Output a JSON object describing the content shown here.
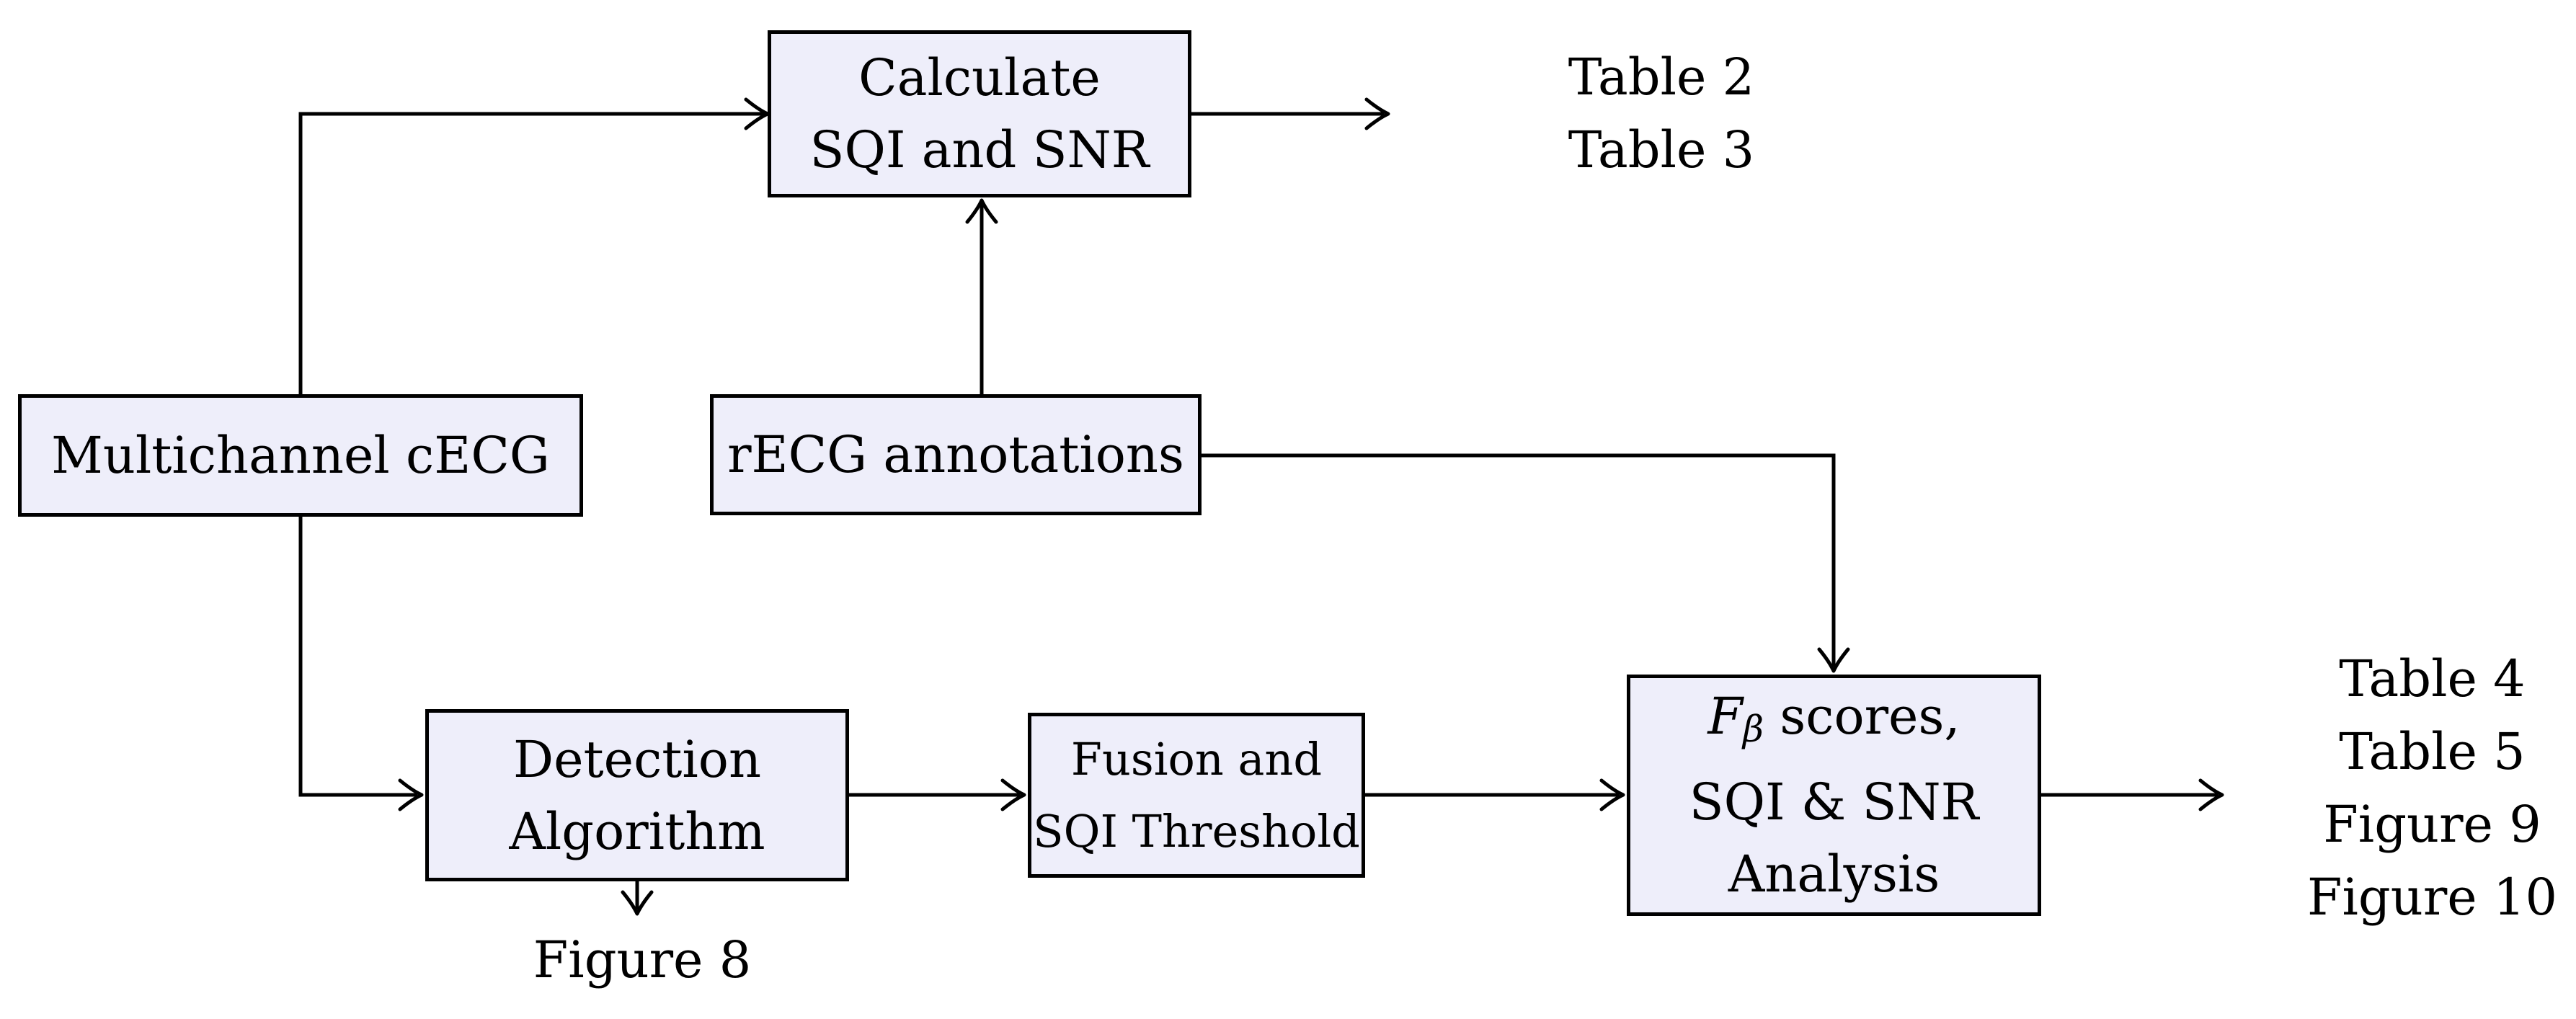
{
  "diagram": {
    "boxes": {
      "calculate": {
        "lines": [
          "Calculate",
          "SQI and SNR"
        ]
      },
      "multichannel": {
        "lines": [
          "Multichannel cECG"
        ]
      },
      "recg": {
        "lines": [
          "rECG annotations"
        ]
      },
      "detection": {
        "lines": [
          "Detection",
          "Algorithm"
        ]
      },
      "fusion": {
        "lines": [
          "Fusion and",
          "SQI Threshold"
        ]
      },
      "fbeta": {
        "f": "F",
        "beta": "β",
        "rest": " scores,",
        "lines": [
          "SQI & SNR",
          "Analysis"
        ]
      }
    },
    "outputs": {
      "top": {
        "lines": [
          "Table 2",
          "Table 3"
        ]
      },
      "bottom_left": {
        "lines": [
          "Figure 8"
        ]
      },
      "bottom_right": {
        "lines": [
          "Table 4",
          "Table 5",
          "Figure 9",
          "Figure 10"
        ]
      }
    },
    "colors": {
      "box_fill": "#eeeefa",
      "box_border": "#000000",
      "line": "#000000",
      "text": "#000000",
      "background": "#ffffff"
    }
  }
}
